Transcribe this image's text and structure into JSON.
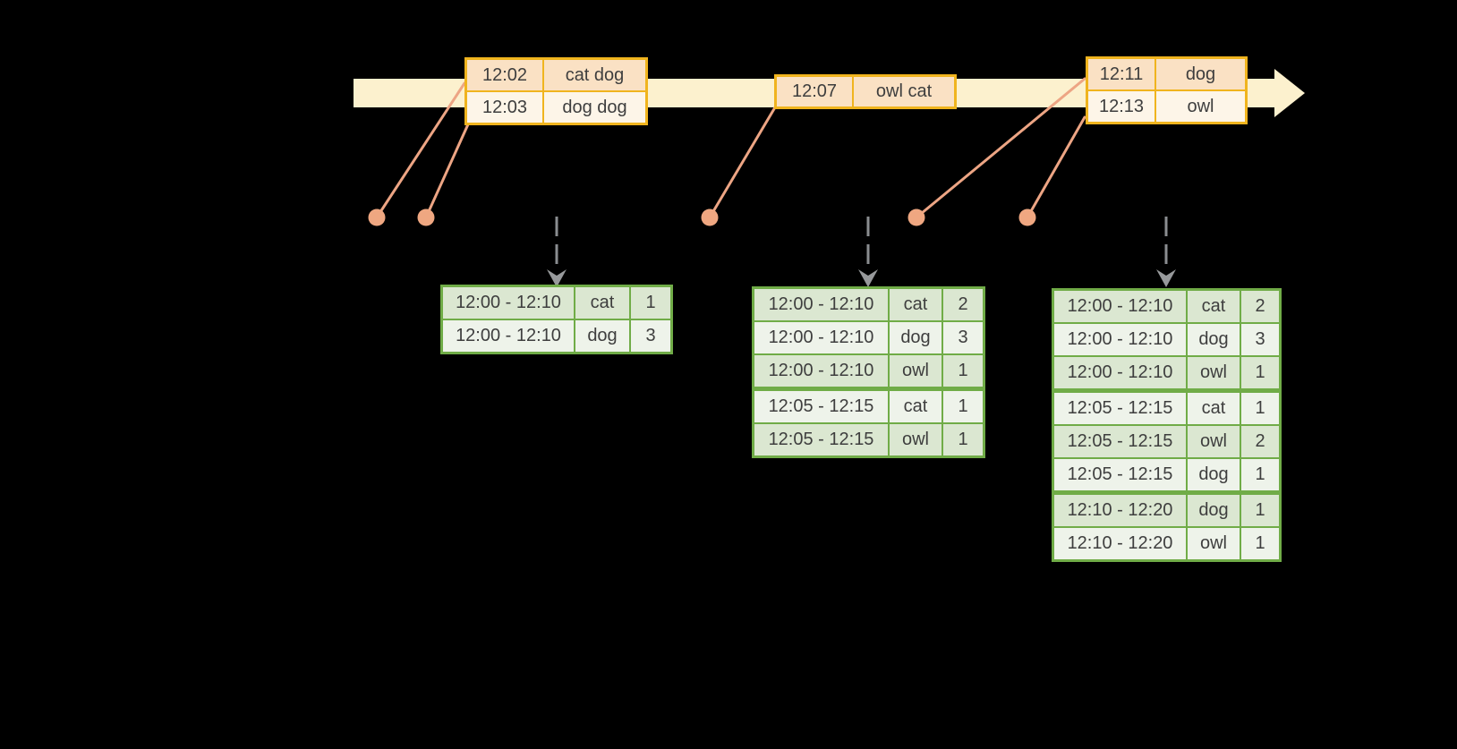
{
  "colors": {
    "background": "#000000",
    "timeline": "#FCF1CE",
    "event-border": "#F0B41E",
    "event-row-dark": "#FAE1C4",
    "event-row-light": "#FDF5E8",
    "connector": "#EDA584",
    "dot": "#EFA781",
    "dashed-arrow": "#8A8D90",
    "result-border": "#70AC47",
    "result-row-dark": "#DBE7D1",
    "result-row-light": "#EEF3EA",
    "cell-text": "#3E3E3E"
  },
  "event_tables": [
    {
      "rows": [
        {
          "time": "12:02",
          "words": "cat dog"
        },
        {
          "time": "12:03",
          "words": "dog dog"
        }
      ]
    },
    {
      "rows": [
        {
          "time": "12:07",
          "words": "owl cat"
        }
      ]
    },
    {
      "rows": [
        {
          "time": "12:11",
          "words": "dog"
        },
        {
          "time": "12:13",
          "words": "owl"
        }
      ]
    }
  ],
  "result_tables": [
    {
      "rows": [
        [
          "12:00 - 12:10",
          "cat",
          "1"
        ],
        [
          "12:00 - 12:10",
          "dog",
          "3"
        ]
      ]
    },
    {
      "rows": [
        [
          "12:00 - 12:10",
          "cat",
          "2"
        ],
        [
          "12:00 - 12:10",
          "dog",
          "3"
        ],
        [
          "12:00 - 12:10",
          "owl",
          "1"
        ],
        [
          "12:05 - 12:15",
          "cat",
          "1"
        ],
        [
          "12:05 - 12:15",
          "owl",
          "1"
        ]
      ]
    },
    {
      "rows": [
        [
          "12:00 - 12:10",
          "cat",
          "2"
        ],
        [
          "12:00 - 12:10",
          "dog",
          "3"
        ],
        [
          "12:00 - 12:10",
          "owl",
          "1"
        ],
        [
          "12:05 - 12:15",
          "cat",
          "1"
        ],
        [
          "12:05 - 12:15",
          "owl",
          "2"
        ],
        [
          "12:05 - 12:15",
          "dog",
          "1"
        ],
        [
          "12:10 - 12:20",
          "dog",
          "1"
        ],
        [
          "12:10 - 12:20",
          "owl",
          "1"
        ]
      ]
    }
  ]
}
